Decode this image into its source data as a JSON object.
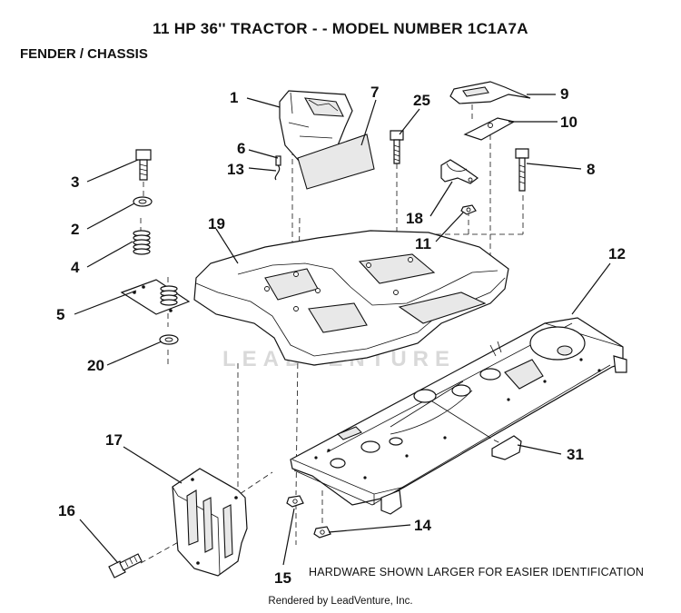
{
  "title": "11 HP 36'' TRACTOR - - MODEL NUMBER 1C1A7A",
  "subtitle": "FENDER / CHASSIS",
  "note": "HARDWARE SHOWN LARGER FOR EASIER IDENTIFICATION",
  "footer": "Rendered by LeadVenture, Inc.",
  "watermark": "LEADVENTURE",
  "callouts": [
    "1",
    "7",
    "25",
    "9",
    "10",
    "6",
    "13",
    "3",
    "8",
    "2",
    "18",
    "11",
    "19",
    "12",
    "4",
    "5",
    "20",
    "17",
    "31",
    "16",
    "14",
    "15"
  ]
}
